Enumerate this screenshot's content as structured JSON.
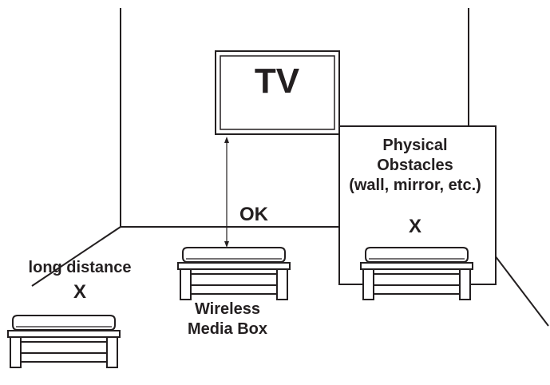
{
  "diagram": {
    "tv_label": "TV",
    "ok_label": "OK",
    "obstacles": {
      "line1": "Physical",
      "line2": "Obstacles",
      "line3": "(wall, mirror, etc.)",
      "mark": "X"
    },
    "long_distance": {
      "label": "long distance",
      "mark": "X"
    },
    "media_box": {
      "line1": "Wireless",
      "line2": "Media Box"
    }
  },
  "colors": {
    "ink": "#231f20",
    "background": "#ffffff"
  }
}
